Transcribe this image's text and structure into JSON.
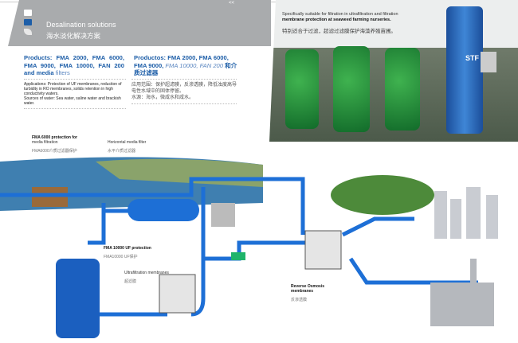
{
  "header": {
    "title": "Desalination solutions",
    "title_zh": "海水淡化解决方案",
    "nav_arrows": "<<"
  },
  "products": {
    "en": "Products: FMA 2000, FMA 6000, FMA 9000, FMA 10000, FAN 200 and media",
    "en_tail": "filters",
    "es": "Productos: FMA 2000, FMA 6000, FMA 9000,",
    "es_tail": "FMA 10000, FAN 200",
    "zh_tail": "和介质过滤器"
  },
  "applications": {
    "en": "Applications: Protection of UF membranes, reduction of turbidity in RO membranes, solids retention in high conductivity waters.",
    "sources": "Sources of water:  Sea water, saline water and brackish water.",
    "zh1": "应用范围：保护超滤膜，反渗透膜，降低浊度高导电性水域中的固体停留。",
    "zh2": "水源：海水，微咸水和咸水。"
  },
  "photo_caption": {
    "line1": "Specifically suitable for filtration in ultrafiltration and filtration",
    "line2": "membrane protection at seaweed farming nurseries.",
    "zh": "特别适合于过滤，超滤过滤膜保护海藻养殖苗圃。",
    "brand": "STF"
  },
  "labels": [
    {
      "title": "FMA 6000 protection for",
      "sub": "media filtration",
      "zh": "FMA6000介质过滤器保护"
    },
    {
      "title": "",
      "sub": "Horizontal media filter",
      "zh": "水平介质过滤器"
    },
    {
      "title": "FMA 10000 UF protection",
      "sub": "",
      "zh": "FMA10000 UF保护"
    },
    {
      "title": "",
      "sub": "Ultrafiltration membranes",
      "zh": "超滤膜"
    },
    {
      "title": "Reverse Osmosis membranes",
      "sub": "",
      "zh": "反渗透膜"
    }
  ],
  "colors": {
    "pipe": "#1d6fd6",
    "brand": "#1d5ea8",
    "band": "#a9abad",
    "tank_green": "#2a9a3e"
  }
}
